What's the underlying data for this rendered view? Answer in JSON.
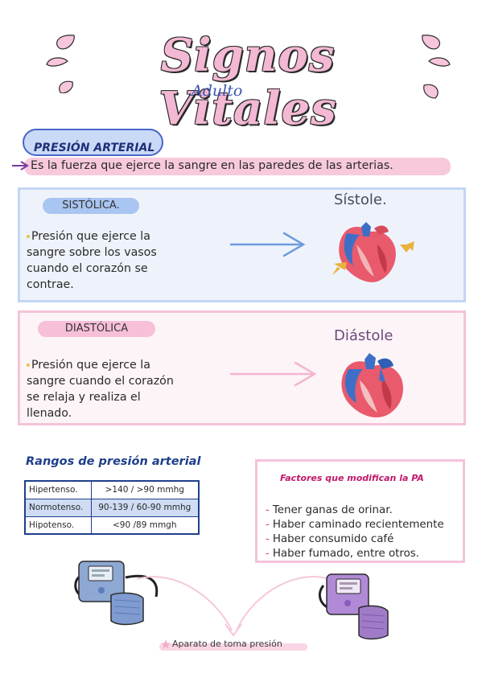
{
  "header": {
    "title": "Signos Vitales",
    "subtitle": "Adulto"
  },
  "presion": {
    "heading": "PRESIÓN ARTERIAL",
    "definition": "Es la fuerza que ejerce la sangre en las paredes de las arterias."
  },
  "sistolica": {
    "tag": "SISTÓLICA.",
    "phase": "Sístole.",
    "lines": [
      "Presión que ejerce la",
      "sangre sobre los vasos",
      "cuando el corazón se",
      "contrae."
    ]
  },
  "diastolica": {
    "tag": "DIASTÓLICA",
    "phase": "Diástole",
    "lines": [
      "Presión que ejerce la",
      "sangre cuando el corazón",
      "se relaja y realiza el",
      "llenado."
    ]
  },
  "rangos": {
    "title": "Rangos de presión arterial",
    "rows": [
      {
        "label": "Hipertenso.",
        "value": ">140 / >90 mmhg"
      },
      {
        "label": "Normotenso.",
        "value": "90-139 / 60-90 mmhg"
      },
      {
        "label": "Hipotenso.",
        "value": "<90 /89 mmgh"
      }
    ]
  },
  "factores": {
    "title": "Factores que modifican la PA",
    "items": [
      "Tener ganas de orinar.",
      "Haber caminado recientemente",
      "Haber consumido café",
      "Haber fumado, entre otros."
    ]
  },
  "footer": {
    "caption": "Aparato de toma presión"
  },
  "colors": {
    "title_pink": "#f3b8d3",
    "accent_blue": "#1f3f8a",
    "accent_pink": "#c2186a",
    "sis_border": "#c2d6f4",
    "dia_border": "#f4c3da"
  }
}
